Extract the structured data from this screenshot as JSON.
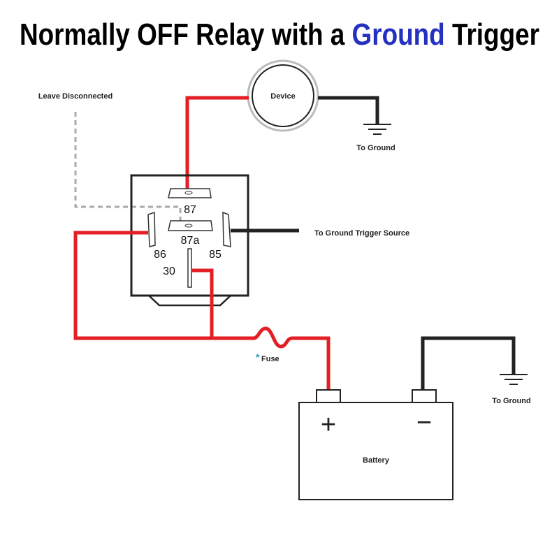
{
  "title": {
    "part1": "Normally OFF Relay with a ",
    "part2": "Ground",
    "part3": " Trigger"
  },
  "colors": {
    "title_text": "#000000",
    "title_accent": "#2430c0",
    "wire_power": "#e31e24",
    "wire_ground": "#222222",
    "wire_unused": "#aaaaaa",
    "fuse_star": "#2a9bb5"
  },
  "labels": {
    "device": "Device",
    "leave_disconnected": "Leave Disconnected",
    "to_ground_device": "To Ground",
    "to_ground_trigger": "To Ground Trigger Source",
    "fuse_star": "*",
    "fuse": "Fuse",
    "battery": "Battery",
    "battery_plus": "+",
    "battery_minus": "−",
    "to_ground_battery": "To Ground"
  },
  "relay": {
    "pins": {
      "p87": "87",
      "p87a": "87a",
      "p86": "86",
      "p85": "85",
      "p30": "30"
    }
  }
}
